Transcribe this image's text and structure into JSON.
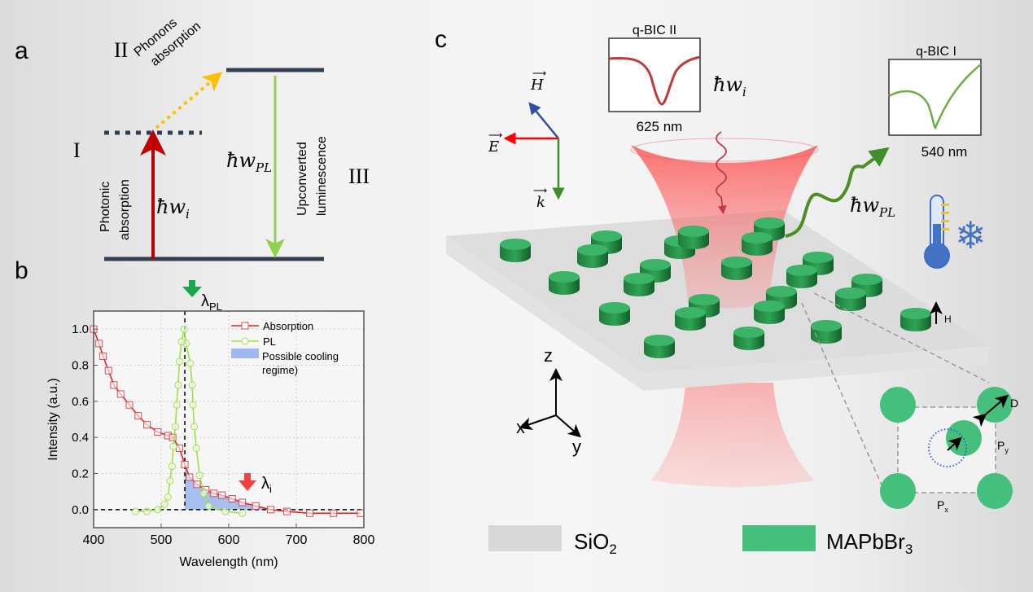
{
  "panels": {
    "a": "a",
    "b": "b",
    "c": "c"
  },
  "panel_a": {
    "levels": {
      "I": "I",
      "II": "II",
      "III": "III"
    },
    "phonons": [
      "Phonons",
      "absorption"
    ],
    "photonic": [
      "Photonic",
      "absorption"
    ],
    "upconverted": [
      "Upconverted",
      "luminescence"
    ],
    "hw_i": {
      "base": "ħw",
      "sub": "i"
    },
    "hw_pl": {
      "base": "ħw",
      "sub": "PL"
    },
    "colors": {
      "excitation": "#c00000",
      "emission": "#92d050",
      "phonon": "#ffc000",
      "level": "#333f50"
    }
  },
  "chart_data": {
    "type": "line",
    "xlabel": "Wavelength (nm)",
    "ylabel": "Intensity (a.u.)",
    "xlim": [
      400,
      800
    ],
    "ylim": [
      -0.1,
      1.1
    ],
    "xticks": [
      "400",
      "500",
      "600",
      "700",
      "800"
    ],
    "yticks": [
      "0.0",
      "0.2",
      "0.4",
      "0.6",
      "0.8",
      "1.0"
    ],
    "grid": true,
    "legend_position": "top-right",
    "series": [
      {
        "name": "Absorption",
        "color": "#d62728",
        "marker": "square",
        "x": [
          400,
          408,
          414,
          422,
          430,
          440,
          453,
          466,
          479,
          495,
          510,
          517,
          527,
          535,
          542,
          553,
          566,
          578,
          590,
          605,
          620,
          640,
          662,
          686,
          720,
          755,
          795
        ],
        "y": [
          1.0,
          0.92,
          0.85,
          0.77,
          0.69,
          0.64,
          0.58,
          0.52,
          0.47,
          0.43,
          0.41,
          0.4,
          0.34,
          0.25,
          0.18,
          0.14,
          0.11,
          0.09,
          0.08,
          0.06,
          0.04,
          0.02,
          0.0,
          -0.01,
          -0.02,
          -0.02,
          -0.02
        ]
      },
      {
        "name": "PL",
        "color": "#9de04a",
        "marker": "circle",
        "x": [
          462,
          479,
          495,
          505,
          510,
          513,
          516,
          518,
          521,
          523,
          525,
          527,
          530,
          534,
          537,
          543,
          546,
          547,
          549,
          552,
          557,
          563,
          570,
          595,
          620
        ],
        "y": [
          -0.01,
          -0.01,
          0.0,
          0.03,
          0.07,
          0.16,
          0.24,
          0.35,
          0.46,
          0.58,
          0.69,
          0.82,
          0.93,
          1.0,
          0.92,
          0.81,
          0.69,
          0.58,
          0.46,
          0.34,
          0.19,
          0.09,
          0.02,
          -0.01,
          -0.02
        ]
      }
    ],
    "shaded_region": {
      "name": "Possible cooling regime)",
      "color": "#9fb8f0",
      "from_x": 535,
      "to_x": 660
    },
    "annotations": {
      "lambda_pl": {
        "base": "λ",
        "sub": "PL",
        "x": 535,
        "color": "#1aa64b"
      },
      "lambda_i": {
        "base": "λ",
        "sub": "i",
        "x": 625,
        "color": "#f04040"
      }
    }
  },
  "panel_c": {
    "qbic2": {
      "title": "q-BIC  II",
      "wavelength": "625 nm",
      "color": "#c0393b"
    },
    "qbic1": {
      "title": "q-BIC  I",
      "wavelength": "540 nm",
      "color": "#70ad47"
    },
    "field": {
      "H": "H",
      "E": "E",
      "k": "k"
    },
    "hw_i": {
      "base": "ħw",
      "sub": "i"
    },
    "hw_pl": {
      "base": "ħw",
      "sub": "PL"
    },
    "height_label": "H",
    "axes": {
      "x": "x",
      "y": "y",
      "z": "z"
    },
    "unit_cell": {
      "D": "D",
      "Py": {
        "base": "P",
        "sub": "y"
      },
      "Px": {
        "base": "P",
        "sub": "x"
      }
    },
    "legend": [
      {
        "label": {
          "base": "SiO",
          "sub": "2"
        },
        "color": "#d9d9d9"
      },
      {
        "label": {
          "base": "MAPbBr",
          "sub": "3"
        },
        "color": "#45bf7c"
      }
    ]
  }
}
